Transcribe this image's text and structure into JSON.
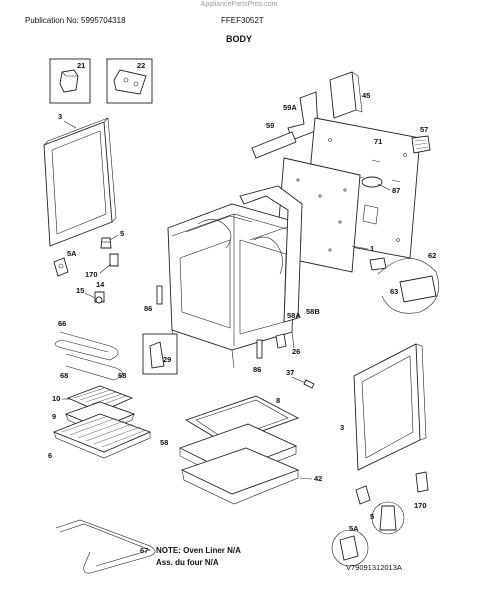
{
  "header": {
    "watermark": "AppliancePartsPros.com",
    "publication": "Publication No: 5995704318",
    "model": "FFEF3052T",
    "title": "BODY"
  },
  "labels": {
    "p21": "21",
    "p22": "22",
    "p45": "45",
    "p59A": "59A",
    "p59": "59",
    "p71": "71",
    "p57": "57",
    "p87": "87",
    "p3a": "3",
    "p5a": "5",
    "p5Aa": "5A",
    "p170a": "170",
    "p14": "14",
    "p15": "15",
    "p86a": "86",
    "p1": "1",
    "p62": "62",
    "p63": "63",
    "p58A": "58A",
    "p58B": "58B",
    "p29": "29",
    "p26": "26",
    "p86b": "86",
    "p66": "66",
    "p68a": "68",
    "p68b": "68",
    "p10": "10",
    "p9": "9",
    "p6": "6",
    "p8": "8",
    "p58": "58",
    "p42": "42",
    "p37": "37",
    "p3b": "3",
    "p5Ab": "5A",
    "p5b": "5",
    "p170b": "170",
    "p67": "67"
  },
  "note": {
    "line1": "NOTE: Oven Liner N/A",
    "line2": "Ass. du four N/A"
  },
  "reference": "V79091312013A"
}
